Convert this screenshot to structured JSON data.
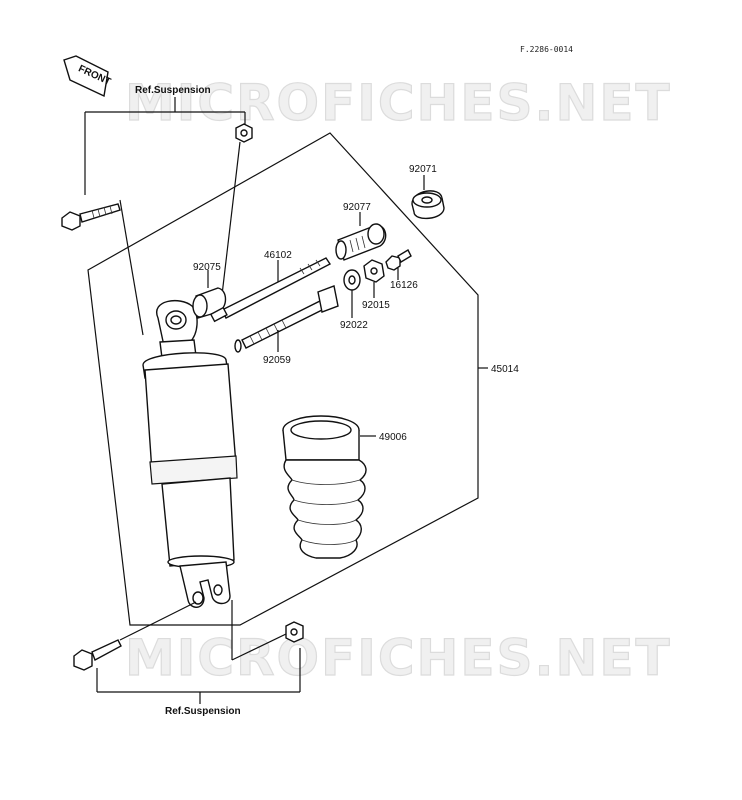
{
  "drawing_code": "F.2286-0014",
  "front_label": "FRONT",
  "watermark": "MICROFICHES.NET",
  "ref_top": "Ref.Suspension",
  "ref_bottom": "Ref.Suspension",
  "parts": {
    "p92071": "92071",
    "p92077": "92077",
    "p46102": "46102",
    "p92075": "92075",
    "p16126": "16126",
    "p92015": "92015",
    "p92022": "92022",
    "p92059": "92059",
    "p45014": "45014",
    "p49006": "49006"
  }
}
